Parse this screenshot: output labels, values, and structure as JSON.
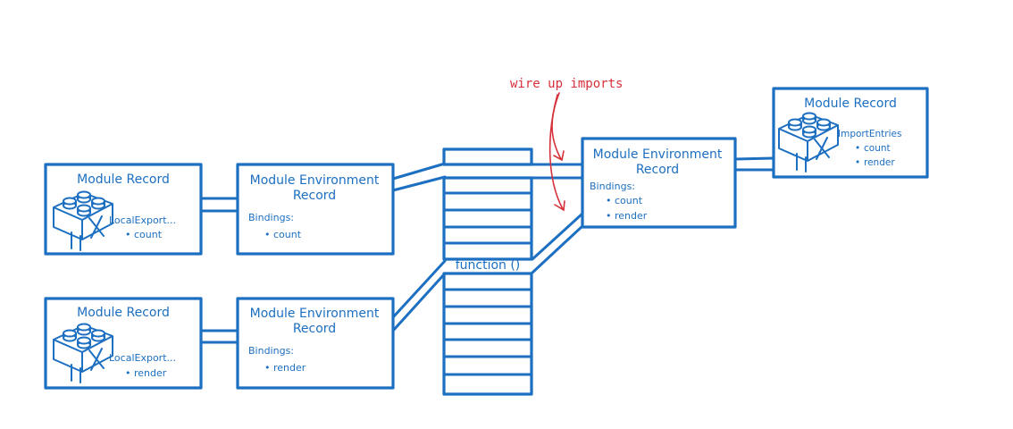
{
  "annotation": {
    "text": "wire up imports",
    "color": "#d6303a"
  },
  "colors": {
    "stroke": "#1d6fc1",
    "background": "#ffffff"
  },
  "memory": {
    "function_label": "function ()"
  },
  "records": [
    {
      "module_record": {
        "title": "Module Record",
        "entries_label": "LocalExport...",
        "items": [
          "count"
        ]
      },
      "environment_record": {
        "title_line1": "Module Environment",
        "title_line2": "Record",
        "bindings_label": "Bindings:",
        "items": [
          "count"
        ]
      }
    },
    {
      "module_record": {
        "title": "Module Record",
        "entries_label": "LocalExport...",
        "items": [
          "render"
        ]
      },
      "environment_record": {
        "title_line1": "Module Environment",
        "title_line2": "Record",
        "bindings_label": "Bindings:",
        "items": [
          "render"
        ]
      }
    },
    {
      "module_record": {
        "title": "Module Record",
        "entries_label": "ImportEntries",
        "items": [
          "count",
          "render"
        ]
      },
      "environment_record": {
        "title_line1": "Module Environment",
        "title_line2": "Record",
        "bindings_label": "Bindings:",
        "items": [
          "count",
          "render"
        ]
      }
    }
  ]
}
